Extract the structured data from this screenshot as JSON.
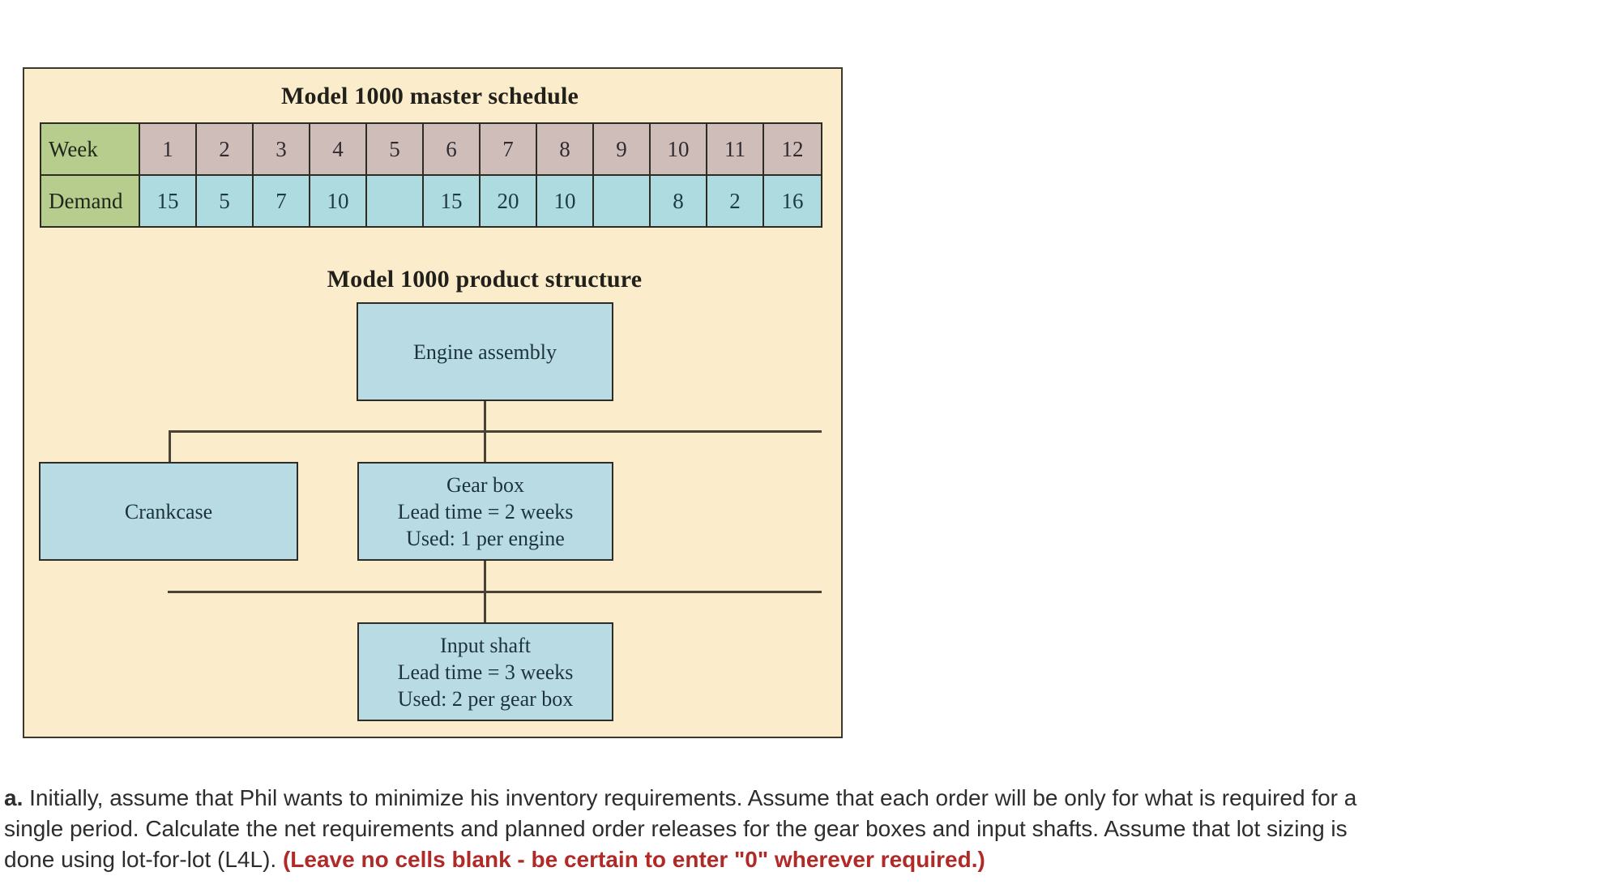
{
  "figure": {
    "master_schedule": {
      "title": "Model 1000 master schedule",
      "row_headers": [
        "Week",
        "Demand"
      ],
      "weeks": [
        "1",
        "2",
        "3",
        "4",
        "5",
        "6",
        "7",
        "8",
        "9",
        "10",
        "11",
        "12"
      ],
      "demand": [
        "15",
        "5",
        "7",
        "10",
        "",
        "15",
        "20",
        "10",
        "",
        "8",
        "2",
        "16"
      ]
    },
    "product_structure": {
      "title": "Model 1000 product structure",
      "nodes": {
        "engine": {
          "line1": "Engine assembly"
        },
        "crankcase": {
          "line1": "Crankcase"
        },
        "gearbox": {
          "line1": "Gear box",
          "line2": "Lead time = 2 weeks",
          "line3": "Used: 1 per engine"
        },
        "inputshaft": {
          "line1": "Input shaft",
          "line2": "Lead time = 3 weeks",
          "line3": "Used: 2 per gear box"
        }
      }
    },
    "colors": {
      "panel_background": "#fbeccb",
      "header_green": "#b6cd8e",
      "week_mauve": "#cfbdba",
      "demand_blue": "#addbdf",
      "node_blue": "#b9dce4",
      "line_dark": "#4a4335",
      "emphasis_red": "#b02a28"
    }
  },
  "question": {
    "label": "a.",
    "line1_rest": " Initially, assume that Phil wants to minimize his inventory requirements. Assume that each order will be only for what is required for a",
    "line2": "single period. Calculate the net requirements and planned order releases for the gear boxes and input shafts. Assume that lot sizing is",
    "line3_plain": "done using lot-for-lot (L4L). ",
    "line3_emphasis": "(Leave no cells blank - be certain to enter \"0\" wherever required.)"
  }
}
